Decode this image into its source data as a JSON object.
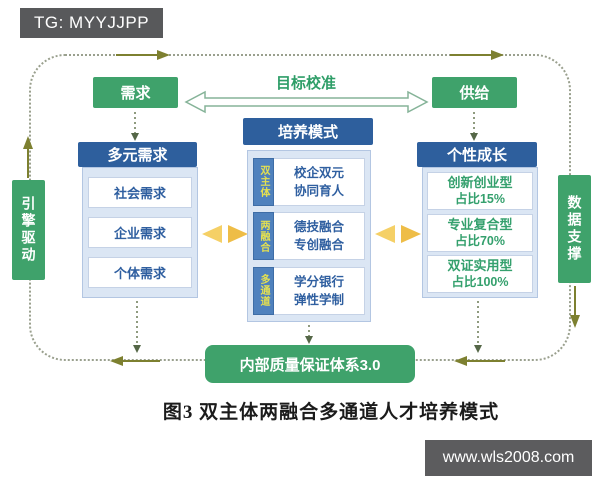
{
  "page": {
    "tag": "TG: MYYJJPP",
    "watermark": "www.wls2008.com",
    "caption": "图3  双主体两融合多通道人才培养模式"
  },
  "top": {
    "demand": "需求",
    "supply": "供给",
    "calibration": "目标校准"
  },
  "rails": {
    "left": "引擎驱动",
    "right": "数据支撑"
  },
  "columns": {
    "left": {
      "header": "多元需求",
      "items": [
        "社会需求",
        "企业需求",
        "个体需求"
      ]
    },
    "center": {
      "header": "培养模式",
      "rows": [
        {
          "tab": "双主体",
          "line1": "校企双元",
          "line2": "协同育人"
        },
        {
          "tab": "两融合",
          "line1": "德技融合",
          "line2": "专创融合"
        },
        {
          "tab": "多通道",
          "line1": "学分银行",
          "line2": "弹性学制"
        }
      ]
    },
    "right": {
      "header": "个性成长",
      "items": [
        {
          "line1": "创新创业型",
          "line2": "占比15%"
        },
        {
          "line1": "专业复合型",
          "line2": "占比70%"
        },
        {
          "line1": "双证实用型",
          "line2": "占比100%"
        }
      ]
    }
  },
  "bottom": {
    "box": "内部质量保证体系3.0"
  },
  "colors": {
    "green": "#3fa26b",
    "header_blue": "#2e5f9d",
    "tab_blue": "#4f81bd",
    "tab_text_yellow": "#e4e050",
    "panel_blue": "#dbe6f4",
    "arrow_yellow": "#f0c24c",
    "arrow_olive": "#7d8030",
    "tag_gray": "#58595b"
  }
}
